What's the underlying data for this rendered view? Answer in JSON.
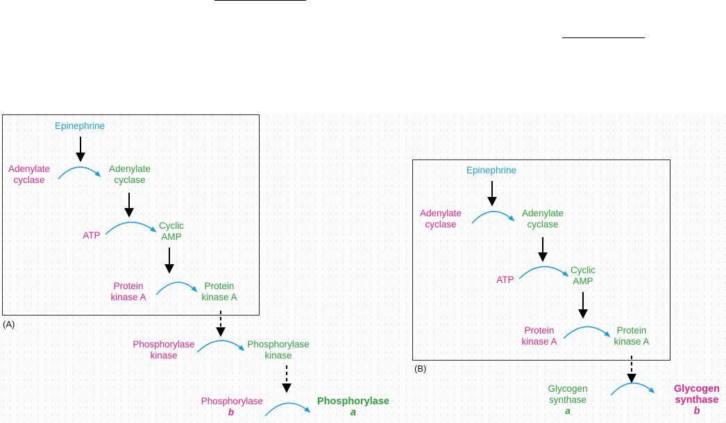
{
  "panel_a": {
    "label": "(A)",
    "epinephrine": "Epinephrine",
    "adenylate_cyclase_inactive": [
      "Adenylate",
      "cyclase"
    ],
    "adenylate_cyclase_active": [
      "Adenylate",
      "cyclase"
    ],
    "atp": "ATP",
    "cyclic_amp": [
      "Cyclic",
      "AMP"
    ],
    "protein_kinase_a_inactive": [
      "Protein",
      "kinase A"
    ],
    "protein_kinase_a_active": [
      "Protein",
      "kinase A"
    ],
    "phosphorylase_kinase_inactive": [
      "Phosphorylase",
      "kinase"
    ],
    "phosphorylase_kinase_active": [
      "Phosphorylase",
      "kinase"
    ],
    "phosphorylase_b": [
      "Phosphorylase",
      "b"
    ],
    "phosphorylase_a": [
      "Phosphorylase",
      "a"
    ]
  },
  "panel_b": {
    "label": "(B)",
    "epinephrine": "Epinephrine",
    "adenylate_cyclase_inactive": [
      "Adenylate",
      "cyclase"
    ],
    "adenylate_cyclase_active": [
      "Adenylate",
      "cyclase"
    ],
    "atp": "ATP",
    "cyclic_amp": [
      "Cyclic",
      "AMP"
    ],
    "protein_kinase_a_inactive": [
      "Protein",
      "kinase A"
    ],
    "protein_kinase_a_active": [
      "Protein",
      "kinase A"
    ],
    "glycogen_synthase_a": [
      "Glycogen",
      "synthase",
      "a"
    ],
    "glycogen_synthase_b": [
      "Glycogen",
      "synthase",
      "b"
    ]
  },
  "colors": {
    "inactive": "#e0248a",
    "active": "#2e9e3c",
    "hormone": "#1e9bd7",
    "curved_arrow": "#1e9bd7",
    "arrow": "#000000"
  }
}
